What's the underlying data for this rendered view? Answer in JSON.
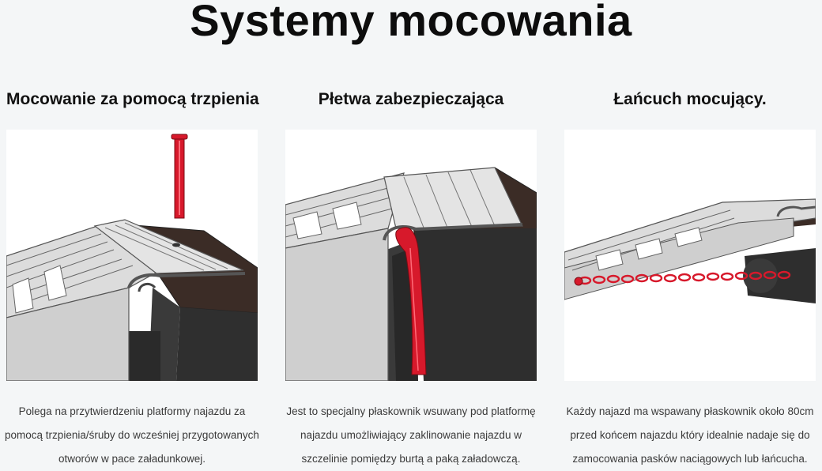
{
  "page": {
    "title": "Systemy mocowania"
  },
  "colors": {
    "accent_red": "#d7192b",
    "platform_brown": "#3b2c26",
    "ramp_gray": "#d2d3d4",
    "ramp_outline": "#555555",
    "background": "#f4f6f7"
  },
  "columns": [
    {
      "title": "Mocowanie za pomocą trzpienia",
      "image_icon": "ramp-pin-illustration",
      "description": "Polega na przytwierdzeniu platformy najazdu za pomocą trzpienia/śruby do wcześniej przygotowanych otworów w pace załadunkowej."
    },
    {
      "title": "Płetwa zabezpieczająca",
      "image_icon": "ramp-fin-illustration",
      "description": "Jest to specjalny płaskownik wsuwany pod platformę najazdu umożliwiający zaklinowanie najazdu w szczelinie pomiędzy burtą a paką załadowczą."
    },
    {
      "title": "Łańcuch mocujący.",
      "image_icon": "ramp-chain-illustration",
      "description": "Każdy najazd ma wspawany płaskownik około 80cm przed końcem najazdu który idealnie nadaje się do zamocowania pasków naciągowych lub łańcucha."
    }
  ]
}
